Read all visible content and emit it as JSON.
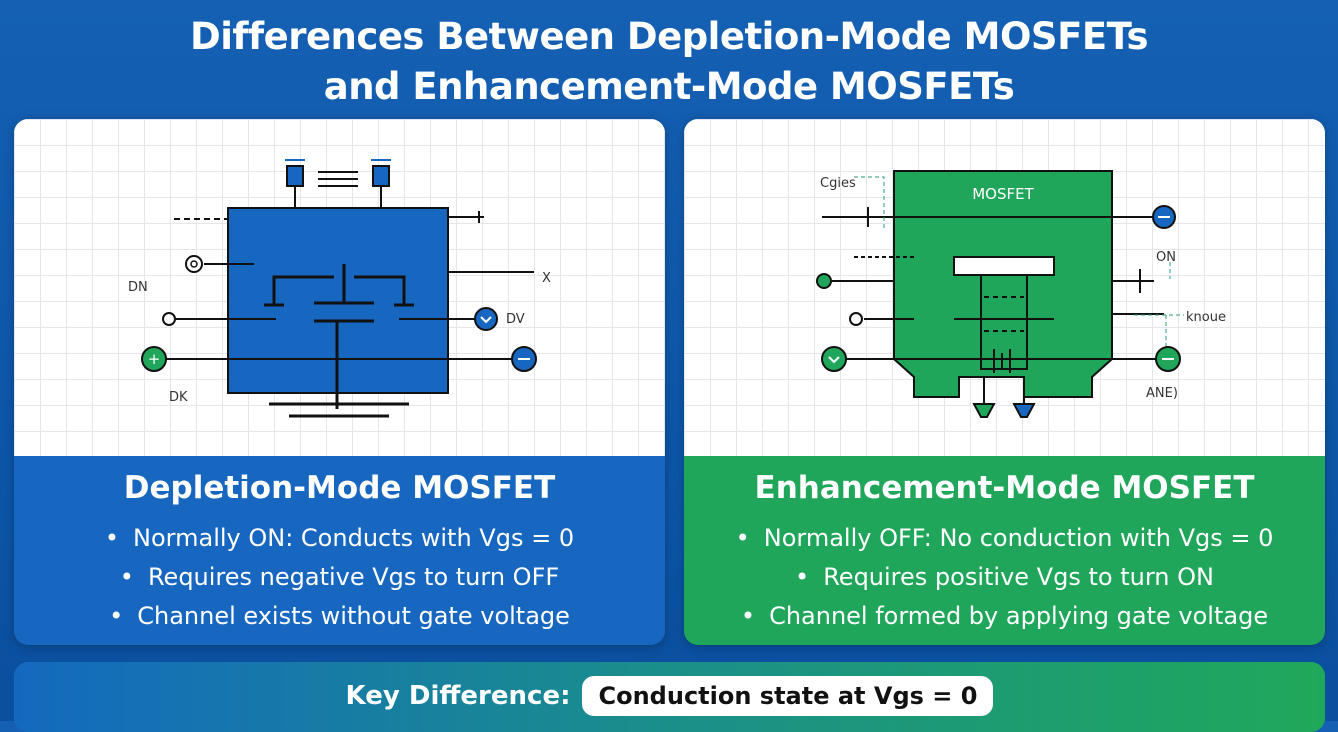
{
  "title": {
    "line1": "Differences Between Depletion-Mode MOSFETs",
    "line2": "and Enhancement-Mode MOSFETs"
  },
  "depletion": {
    "heading": "Depletion-Mode MOSFET",
    "bullets": [
      "Normally ON: Conducts with Vgs = 0",
      "Requires negative Vgs to turn OFF",
      "Channel exists without gate voltage"
    ],
    "diagram_labels": {
      "on": "DN",
      "dk": "DK",
      "dv": "DV",
      "x": "X"
    }
  },
  "enhancement": {
    "heading": "Enhancement-Mode MOSFET",
    "bullets": [
      "Normally OFF: No conduction with Vgs = 0",
      "Requires positive Vgs to turn ON",
      "Channel formed by applying gate voltage"
    ],
    "diagram_labels": {
      "mosfet": "MOSFET",
      "cgies": "Cgies",
      "on": "ON",
      "knoue": "knoue",
      "ane": "ANE)"
    }
  },
  "footer": {
    "label": "Key Difference:",
    "value": "Conduction state at Vgs = 0"
  },
  "colors": {
    "depletion": "#1766bf",
    "enhancement": "#1fa65a",
    "positive": "#1fa65a",
    "negative": "#1766bf"
  }
}
